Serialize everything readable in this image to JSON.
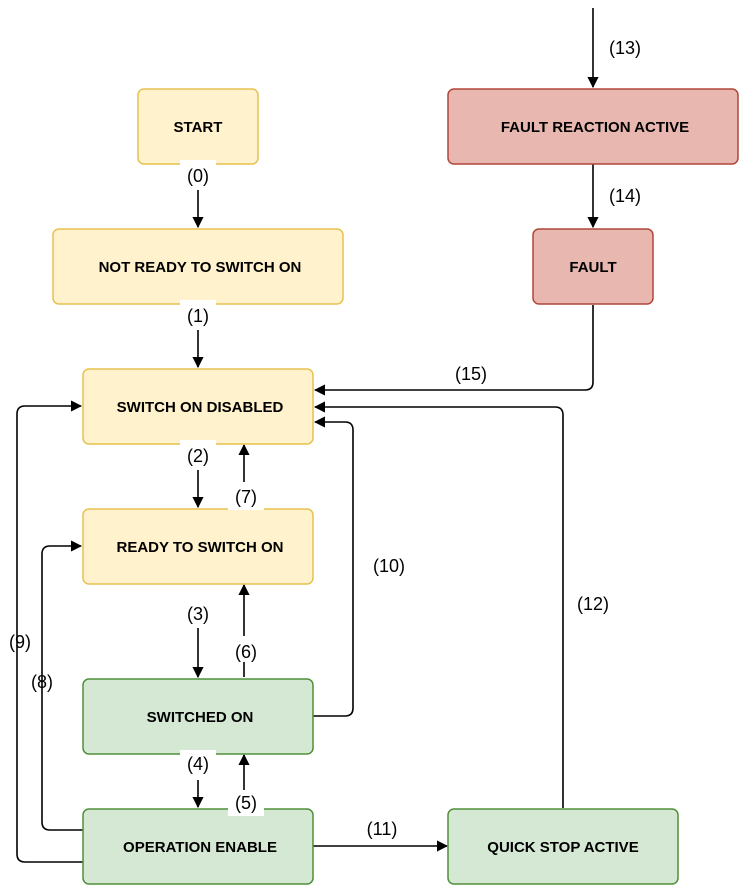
{
  "colors": {
    "yellow_fill": "#fff2cc",
    "yellow_stroke": "#e6c14e",
    "green_fill": "#d5e8d4",
    "green_stroke": "#4f8f3a",
    "red_fill": "#e8b7b0",
    "red_stroke": "#b0463a"
  },
  "states": {
    "start": "START",
    "not_ready": "NOT READY TO SWITCH ON",
    "switch_on_disabled": "SWITCH ON DISABLED",
    "ready_to_switch_on": "READY TO SWITCH ON",
    "switched_on": "SWITCHED ON",
    "operation_enable": "OPERATION ENABLE",
    "quick_stop_active": "QUICK STOP ACTIVE",
    "fault_reaction_active": "FAULT REACTION ACTIVE",
    "fault": "FAULT"
  },
  "transitions": {
    "t0": "(0)",
    "t1": "(1)",
    "t2": "(2)",
    "t3": "(3)",
    "t4": "(4)",
    "t5": "(5)",
    "t6": "(6)",
    "t7": "(7)",
    "t8": "(8)",
    "t9": "(9)",
    "t10": "(10)",
    "t11": "(11)",
    "t12": "(12)",
    "t13": "(13)",
    "t14": "(14)",
    "t15": "(15)"
  }
}
